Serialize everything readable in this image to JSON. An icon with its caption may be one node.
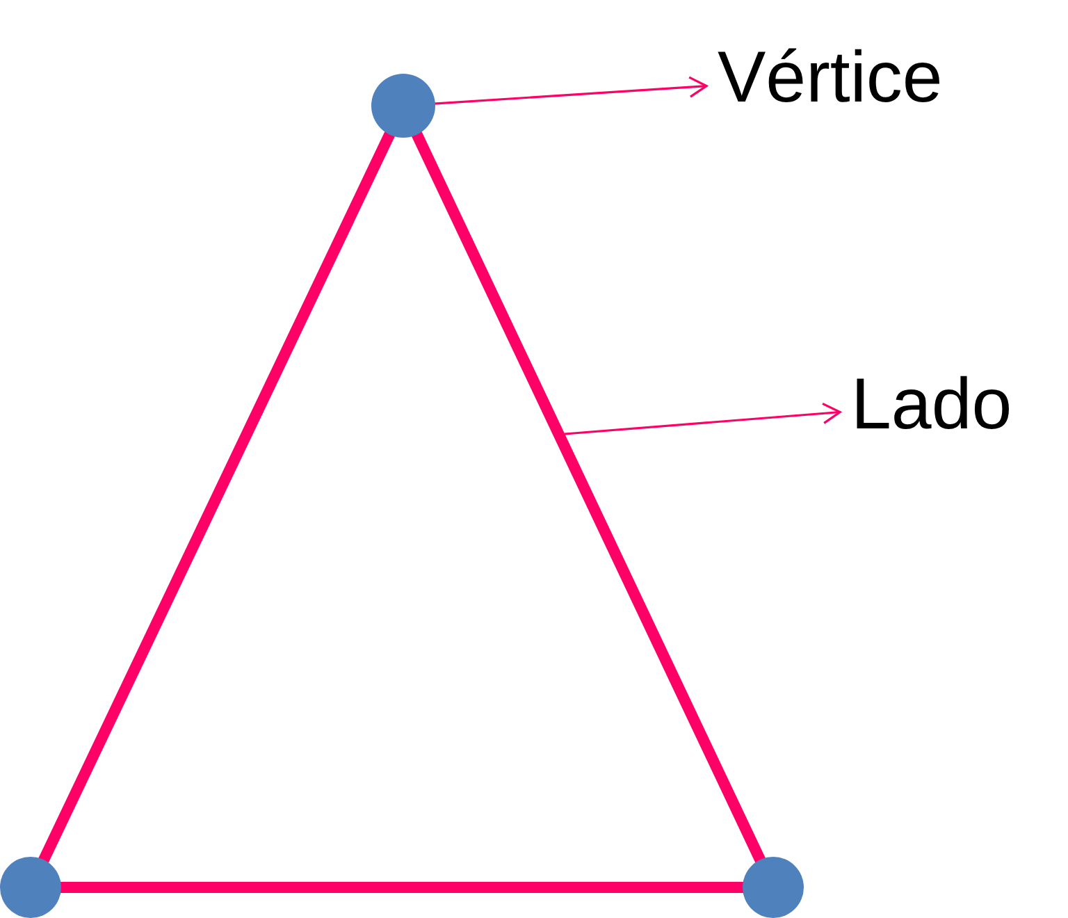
{
  "diagram": {
    "nodes": [
      {
        "text": [
          "Vértice"
        ]
      },
      {
        "text": [
          "Lado"
        ]
      },
      {
        "text": [],
        "shape": "circle"
      },
      {
        "text": [],
        "shape": "circle"
      },
      {
        "text": [],
        "shape": "circle"
      }
    ],
    "edges": [
      {
        "from": 2,
        "to": 3,
        "arrow": "none"
      },
      {
        "from": 3,
        "to": 4,
        "arrow": "none"
      },
      {
        "from": 4,
        "to": 2,
        "arrow": "none"
      },
      {
        "from": 2,
        "to": 0,
        "arrow": "to"
      },
      {
        "from": null,
        "to": 1,
        "arrow": "to"
      }
    ]
  }
}
